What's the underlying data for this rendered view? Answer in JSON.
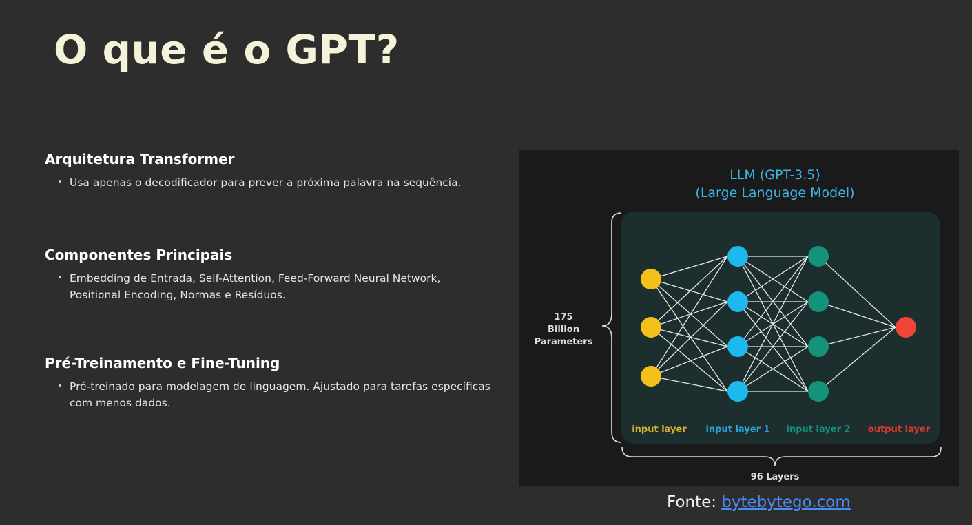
{
  "slide": {
    "title": "O que é o GPT?"
  },
  "sections": [
    {
      "heading": "Arquitetura Transformer",
      "bullets": [
        "Usa apenas o decodificador para prever a próxima palavra na sequência."
      ]
    },
    {
      "heading": "Componentes Principais",
      "bullets": [
        "Embedding de Entrada, Self-Attention, Feed-Forward Neural Network, Positional Encoding, Normas e Resíduos."
      ]
    },
    {
      "heading": "Pré-Treinamento e Fine-Tuning",
      "bullets": [
        "Pré-treinado para modelagem de linguagem. Ajustado para tarefas específicas com menos dados."
      ]
    }
  ],
  "diagram": {
    "title_line1": "LLM (GPT-3.5)",
    "title_line2": "(Large Language Model)",
    "params_line1": "175",
    "params_line2": "Billion",
    "params_line3": "Parameters",
    "layers_label": "96 Layers",
    "layer_labels": [
      "input layer",
      "input layer 1",
      "input layer 2",
      "output layer"
    ],
    "colors": {
      "title": "#3cb4e6",
      "input": "#f2c21b",
      "hidden1": "#1db8ee",
      "hidden2": "#14927a",
      "output": "#ef4438",
      "panel": "#1d2e2e"
    }
  },
  "source": {
    "prefix": "Fonte: ",
    "link_text": "bytebytego.com"
  }
}
